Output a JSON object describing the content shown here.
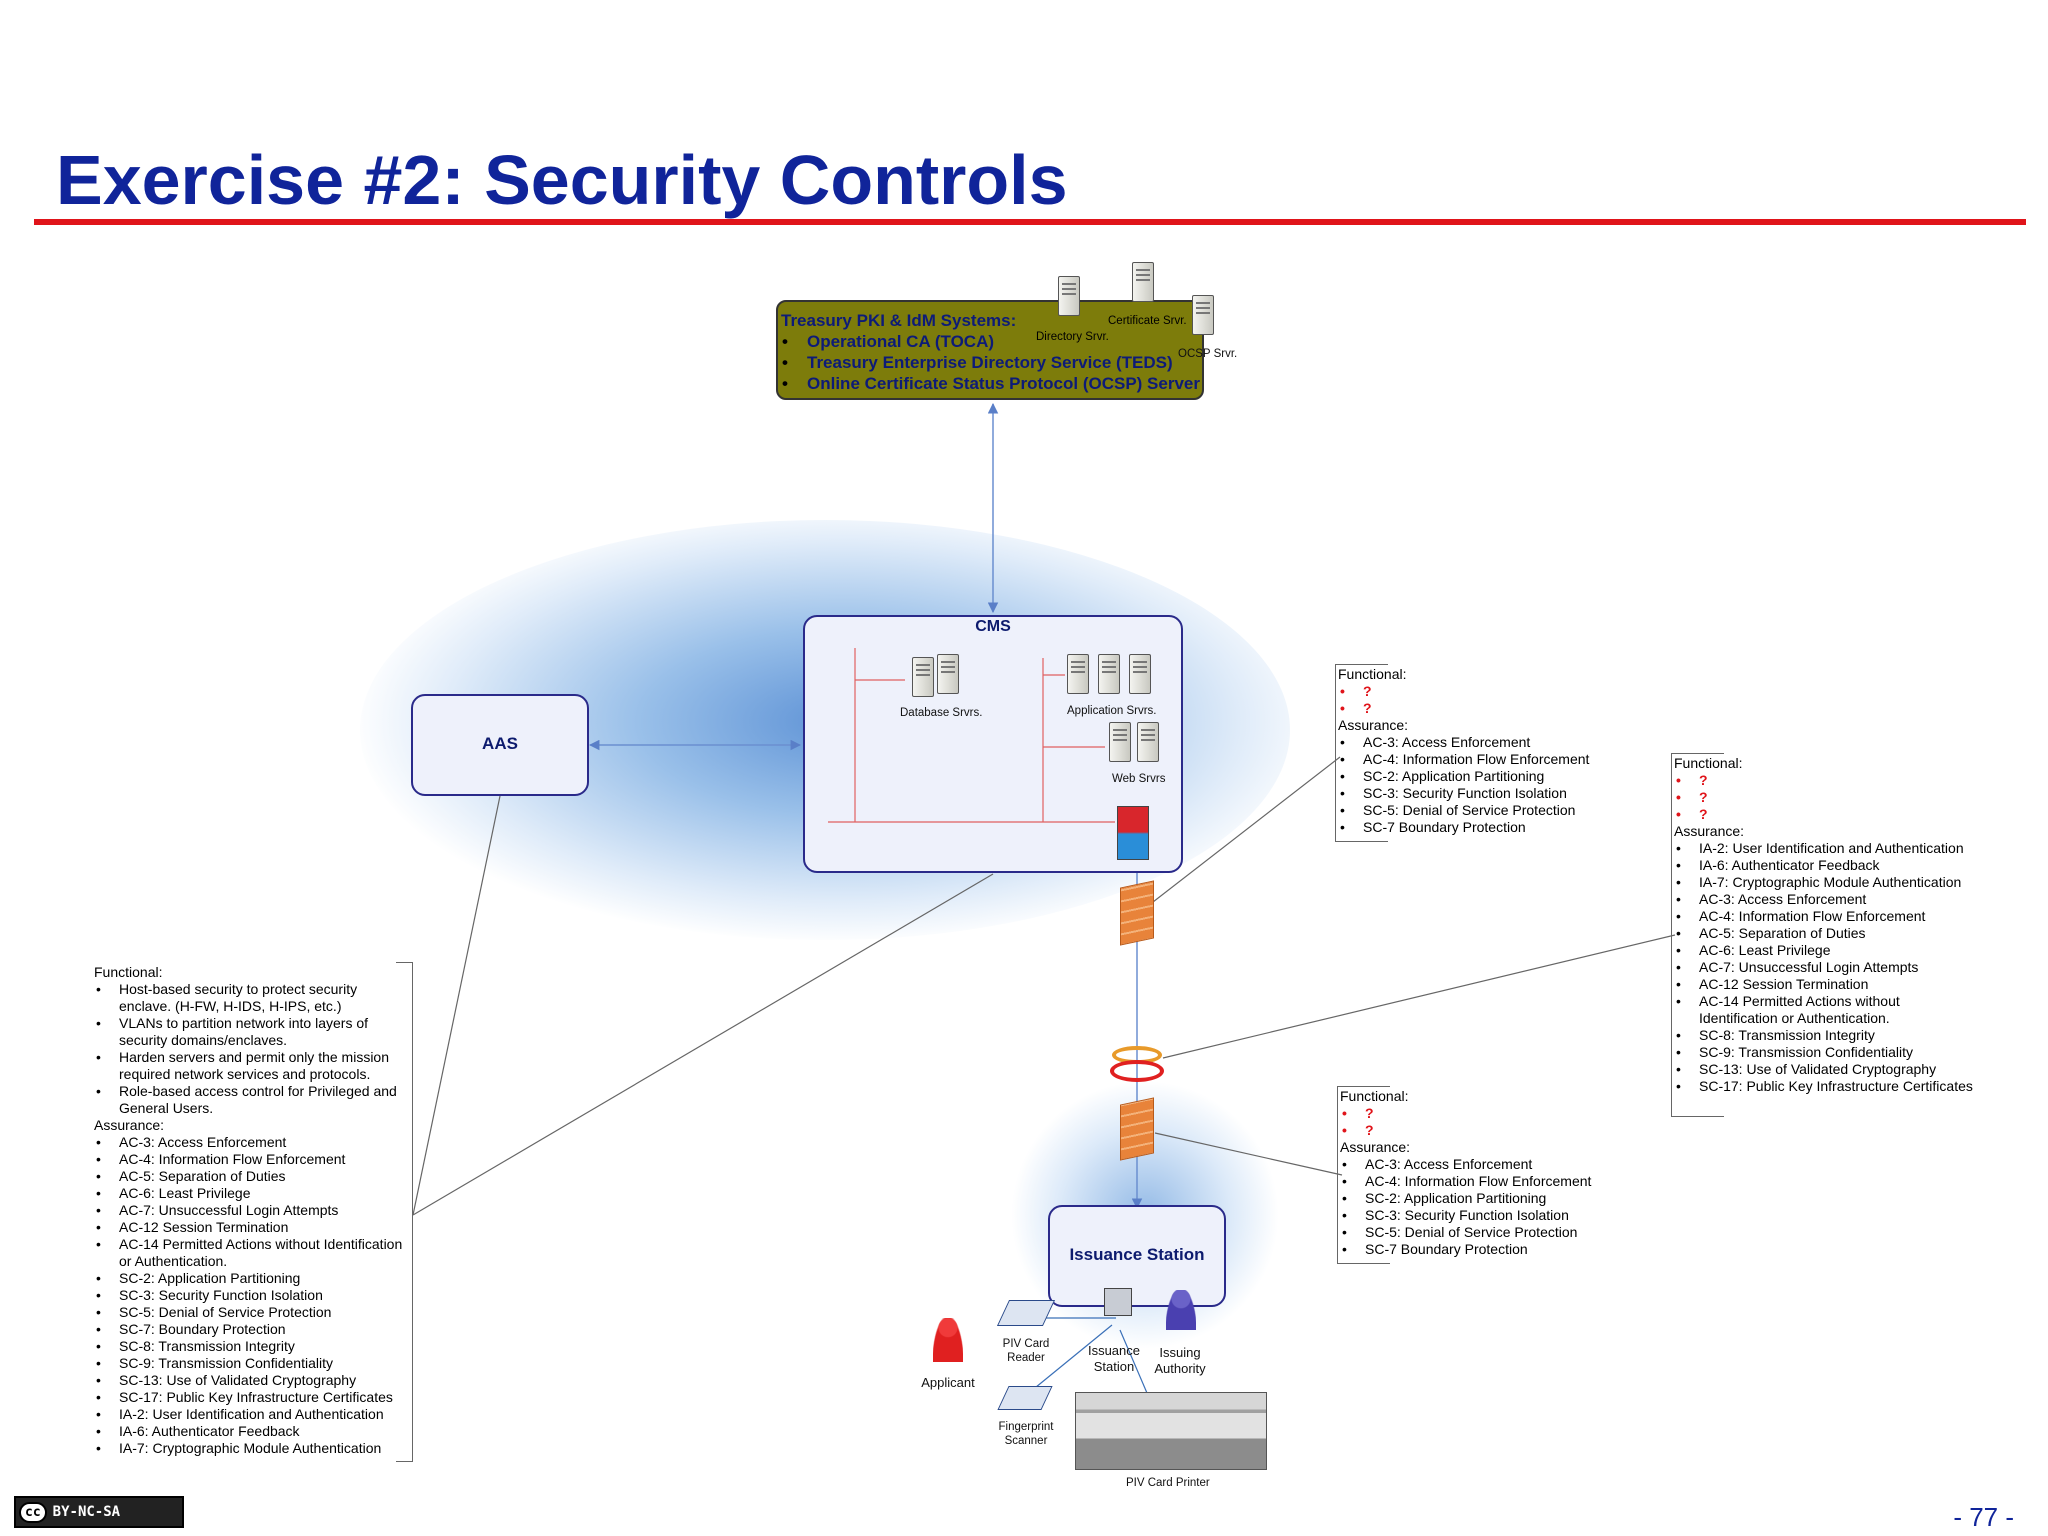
{
  "slide": {
    "title": "Exercise #2: Security Controls",
    "page_number": "- 77 -",
    "license_badge": "BY-NC-SA",
    "license_cc": "cc"
  },
  "colors": {
    "title": "#10249a",
    "rule": "#e0141a",
    "pki_fill": "#7d7c0b",
    "box_border": "#2a2a8a",
    "question": "#e0141a"
  },
  "pki": {
    "heading": "Treasury PKI & IdM Systems:",
    "items": [
      "Operational CA (TOCA)",
      "Treasury Enterprise Directory Service (TEDS)",
      "Online Certificate Status Protocol (OCSP) Server"
    ],
    "servers": {
      "directory": "Directory Srvr.",
      "certificate": "Certificate Srvr.",
      "ocsp": "OCSP Srvr."
    }
  },
  "cms": {
    "label": "CMS",
    "database": "Database Srvrs.",
    "application": "Application Srvrs.",
    "web": "Web Srvrs"
  },
  "aas": {
    "label": "AAS"
  },
  "station": {
    "label": "Issuance Station",
    "piv_reader": "PIV Card Reader",
    "fingerprint": "Fingerprint Scanner",
    "issuance_station": "Issuance Station",
    "issuing_authority": "Issuing Authority",
    "applicant": "Applicant",
    "printer": "PIV Card Printer"
  },
  "controls": {
    "left": {
      "functional_label": "Functional:",
      "functional": [
        "Host-based security to protect security enclave. (H-FW, H-IDS, H-IPS, etc.)",
        "VLANs to partition network into layers of security domains/enclaves.",
        "Harden servers and permit only the mission required network services and protocols.",
        "Role-based access control for Privileged and General Users."
      ],
      "assurance_label": "Assurance:",
      "assurance": [
        "AC-3: Access Enforcement",
        "AC-4: Information Flow Enforcement",
        "AC-5: Separation of Duties",
        "AC-6: Least Privilege",
        "AC-7: Unsuccessful Login Attempts",
        "AC-12 Session Termination",
        "AC-14 Permitted Actions without Identification or Authentication.",
        "SC-2: Application Partitioning",
        "SC-3: Security Function Isolation",
        "SC-5: Denial of Service Protection",
        "SC-7: Boundary Protection",
        "SC-8: Transmission Integrity",
        "SC-9: Transmission Confidentiality",
        "SC-13: Use of Validated Cryptography",
        "SC-17: Public Key Infrastructure Certificates",
        "IA-2: User Identification and Authentication",
        "IA-6: Authenticator Feedback",
        "IA-7: Cryptographic Module Authentication"
      ]
    },
    "cms_firewall": {
      "functional_label": "Functional:",
      "functional": [
        "?",
        "?"
      ],
      "assurance_label": "Assurance:",
      "assurance": [
        "AC-3: Access Enforcement",
        "AC-4: Information Flow Enforcement",
        "SC-2: Application Partitioning",
        "SC-3: Security Function Isolation",
        "SC-5: Denial of Service Protection",
        "SC-7 Boundary Protection"
      ]
    },
    "link": {
      "functional_label": "Functional:",
      "functional": [
        "?",
        "?",
        "?"
      ],
      "assurance_label": "Assurance:",
      "assurance": [
        "IA-2: User Identification and Authentication",
        "IA-6: Authenticator Feedback",
        "IA-7: Cryptographic Module Authentication",
        "AC-3: Access Enforcement",
        "AC-4: Information Flow Enforcement",
        "AC-5: Separation of Duties",
        "AC-6: Least Privilege",
        "AC-7: Unsuccessful Login Attempts",
        "AC-12 Session Termination",
        "AC-14 Permitted Actions without Identification or Authentication.",
        "SC-8: Transmission Integrity",
        "SC-9: Transmission Confidentiality",
        "SC-13: Use of Validated Cryptography",
        "SC-17: Public Key Infrastructure Certificates"
      ]
    },
    "station_firewall": {
      "functional_label": "Functional:",
      "functional": [
        "?",
        "?"
      ],
      "assurance_label": "Assurance:",
      "assurance": [
        "AC-3: Access Enforcement",
        "AC-4: Information Flow Enforcement",
        "SC-2: Application Partitioning",
        "SC-3: Security Function Isolation",
        "SC-5: Denial of Service Protection",
        "SC-7 Boundary Protection"
      ]
    }
  }
}
